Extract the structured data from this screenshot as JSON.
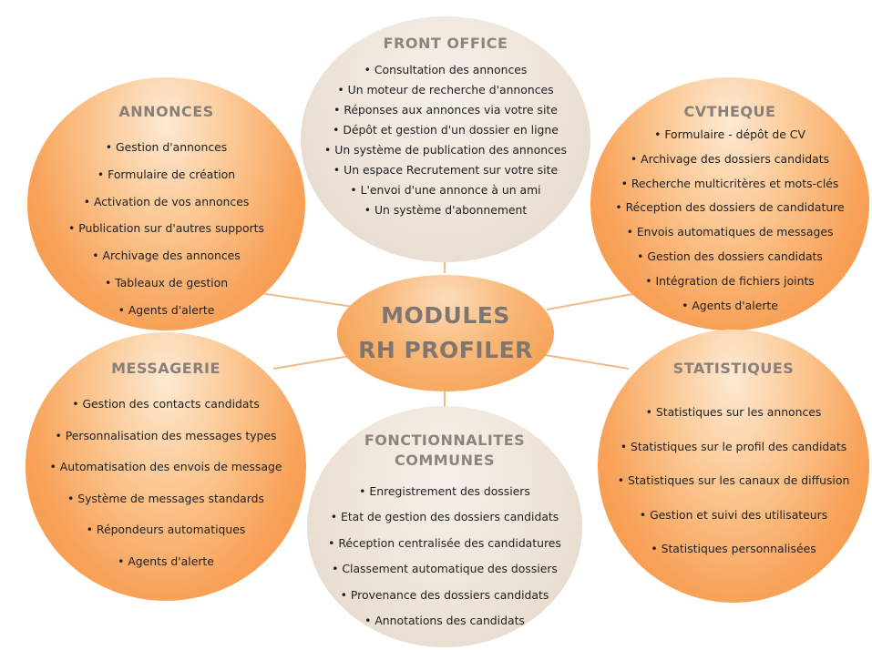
{
  "center": {
    "line1": "MODULES",
    "line2": "RH PROFILER"
  },
  "front_office": {
    "title": "FRONT OFFICE",
    "items": [
      "Consultation des annonces",
      "Un moteur de recherche d'annonces",
      "Réponses aux annonces via votre site",
      "Dépôt et gestion d'un dossier en ligne",
      "Un système de publication des annonces",
      "Un espace Recrutement sur votre site",
      "L'envoi d'une annonce à un ami",
      "Un système d'abonnement"
    ]
  },
  "annonces": {
    "title": "ANNONCES",
    "items": [
      "Gestion d'annonces",
      "Formulaire de création",
      "Activation de vos annonces",
      "Publication sur d'autres supports",
      "Archivage des annonces",
      "Tableaux de gestion",
      "Agents d'alerte"
    ]
  },
  "cvtheque": {
    "title": "CVTHEQUE",
    "items": [
      "Formulaire - dépôt de CV",
      "Archivage des dossiers candidats",
      "Recherche multicritères et mots-clés",
      "Réception des dossiers de candidature",
      "Envois automatiques de messages",
      "Gestion des dossiers candidats",
      "Intégration de fichiers joints",
      "Agents d'alerte"
    ]
  },
  "messagerie": {
    "title": "MESSAGERIE",
    "items": [
      "Gestion des contacts candidats",
      "Personnalisation des messages types",
      "Automatisation des envois de message",
      "Système de messages standards",
      "Répondeurs automatiques",
      "Agents d'alerte"
    ]
  },
  "statistiques": {
    "title": "STATISTIQUES",
    "items": [
      "Statistiques sur les annonces",
      "Statistiques sur le profil des candidats",
      "Statistiques sur les canaux de diffusion",
      "Gestion et suivi des utilisateurs",
      "Statistiques personnalisées"
    ]
  },
  "fonctionnalites": {
    "title_line1": "FONCTIONNALITES",
    "title_line2": "COMMUNES",
    "items": [
      "Enregistrement des dossiers",
      "Etat de gestion des dossiers candidats",
      "Réception centralisée des candidatures",
      "Classement automatique des dossiers",
      "Provenance des dossiers candidats",
      "Annotations des candidats"
    ]
  },
  "colors": {
    "orange_bubble": "#f39440",
    "beige_bubble": "#e3d6c8",
    "title_gray": "#8a7f78",
    "connector": "#f2b98a"
  }
}
